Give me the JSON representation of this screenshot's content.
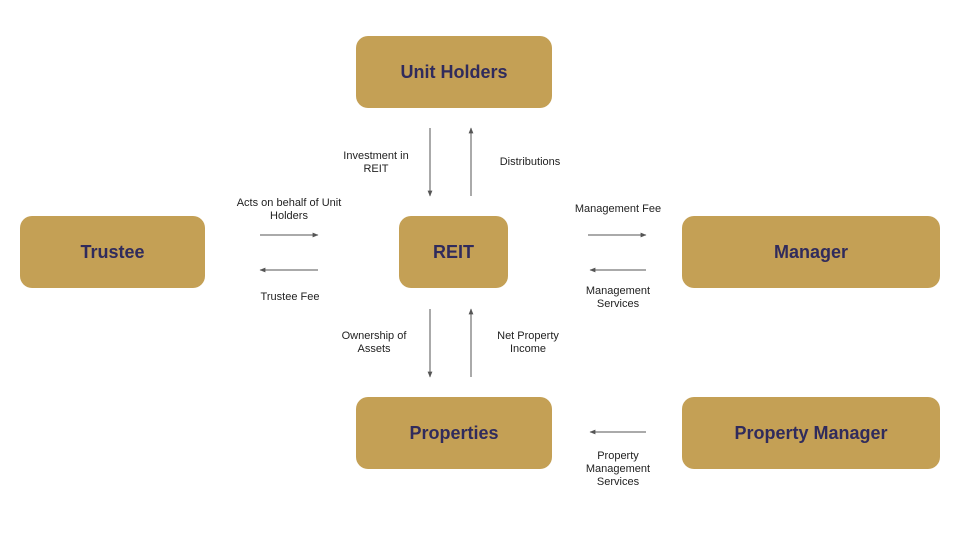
{
  "nodes": {
    "unit_holders": "Unit Holders",
    "trustee": "Trustee",
    "reit": "REIT",
    "manager": "Manager",
    "properties": "Properties",
    "property_manager": "Property Manager"
  },
  "edges": {
    "investment": "Investment in\nREIT",
    "distributions": "Distributions",
    "acts_on_behalf": "Acts on behalf of Unit\nHolders",
    "trustee_fee": "Trustee Fee",
    "management_fee": "Management Fee",
    "management_services": "Management\nServices",
    "ownership": "Ownership of\nAssets",
    "net_property_income": "Net Property\nIncome",
    "property_management_services": "Property\nManagement\nServices"
  },
  "colors": {
    "box_fill": "#c4a055",
    "box_text": "#302b5c",
    "arrow": "#555555"
  }
}
